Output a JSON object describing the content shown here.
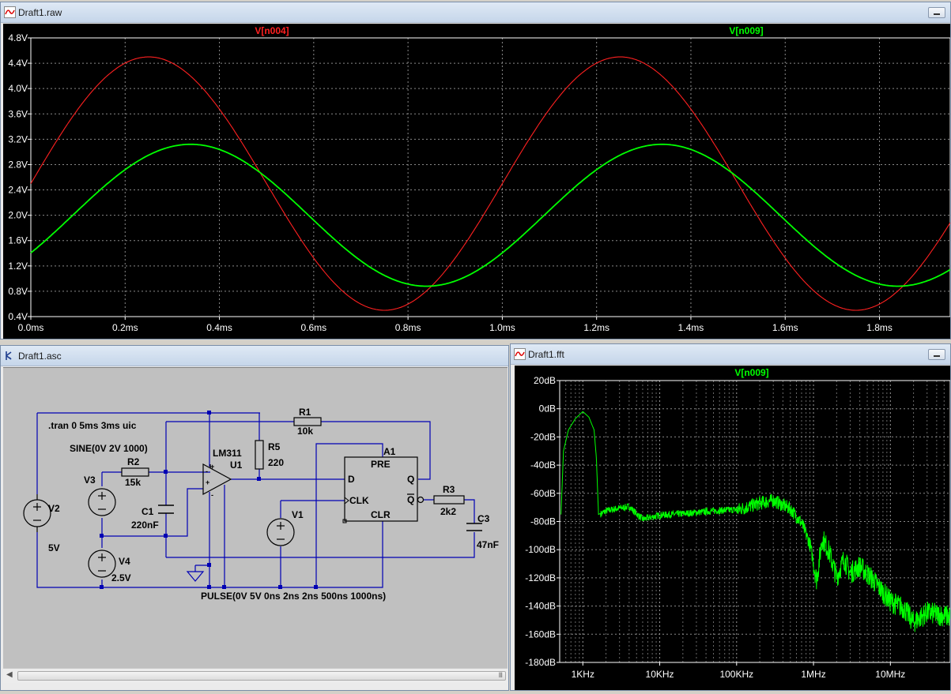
{
  "windows": {
    "raw": {
      "title": "Draft1.raw"
    },
    "asc": {
      "title": "Draft1.asc"
    },
    "fft": {
      "title": "Draft1.fft"
    }
  },
  "colors": {
    "trace_red": "#ff2020",
    "trace_green": "#00ff00",
    "schematic_wire": "#0000b4",
    "plot_bg": "#000000",
    "schematic_bg": "#c0c0c0"
  },
  "chart_data": [
    {
      "type": "line",
      "x_unit": "ms",
      "xlim": [
        0,
        1.95
      ],
      "ylim": [
        0.4,
        4.8
      ],
      "xticks": [
        "0.0ms",
        "0.2ms",
        "0.4ms",
        "0.6ms",
        "0.8ms",
        "1.0ms",
        "1.2ms",
        "1.4ms",
        "1.6ms",
        "1.8ms"
      ],
      "yticks": [
        "0.4V",
        "0.8V",
        "1.2V",
        "1.6V",
        "2.0V",
        "2.4V",
        "2.8V",
        "3.2V",
        "3.6V",
        "4.0V",
        "4.4V",
        "4.8V"
      ],
      "grid": true,
      "series": [
        {
          "name": "V[n004]",
          "color": "#ff2020",
          "offset": 2.5,
          "amplitude": 2.0,
          "frequency_khz": 1,
          "phase_deg": 0
        },
        {
          "name": "V[n009]",
          "color": "#00ff00",
          "offset": 2.0,
          "amplitude": 1.12,
          "frequency_khz": 1,
          "phase_deg": -32
        }
      ]
    },
    {
      "type": "line",
      "x_scale": "log",
      "xlim": [
        500,
        60000000
      ],
      "ylim": [
        -180,
        20
      ],
      "xticks": [
        "1KHz",
        "10KHz",
        "100KHz",
        "1MHz",
        "10MHz"
      ],
      "yticks": [
        "20dB",
        "0dB",
        "-20dB",
        "-40dB",
        "-60dB",
        "-80dB",
        "-100dB",
        "-120dB",
        "-140dB",
        "-160dB",
        "-180dB"
      ],
      "grid": true,
      "series": [
        {
          "name": "V[n009]",
          "color": "#00ff00",
          "points": [
            [
              520,
              -75
            ],
            [
              560,
              -30
            ],
            [
              650,
              -15
            ],
            [
              800,
              -7
            ],
            [
              1000,
              -2
            ],
            [
              1200,
              -6
            ],
            [
              1400,
              -15
            ],
            [
              1500,
              -35
            ],
            [
              1600,
              -75
            ],
            [
              2000,
              -72
            ],
            [
              3000,
              -70
            ],
            [
              4000,
              -69
            ],
            [
              6000,
              -78
            ],
            [
              10000,
              -75
            ],
            [
              20000,
              -74
            ],
            [
              50000,
              -72
            ],
            [
              100000,
              -71
            ],
            [
              200000,
              -66
            ],
            [
              300000,
              -64
            ],
            [
              500000,
              -70
            ],
            [
              700000,
              -80
            ],
            [
              900000,
              -95
            ],
            [
              1100000,
              -120
            ],
            [
              1300000,
              -90
            ],
            [
              1600000,
              -100
            ],
            [
              2000000,
              -118
            ],
            [
              2500000,
              -105
            ],
            [
              3000000,
              -115
            ],
            [
              4000000,
              -110
            ],
            [
              6000000,
              -120
            ],
            [
              10000000,
              -135
            ],
            [
              15000000,
              -140
            ],
            [
              20000000,
              -150
            ],
            [
              30000000,
              -143
            ],
            [
              60000000,
              -146
            ]
          ]
        }
      ]
    }
  ],
  "schematic": {
    "directive": ".tran 0 5ms 3ms uic",
    "sine_source": "SINE(0V 2V 1000)",
    "pulse_source": "PULSE(0V 5V 0ns 2ns 2ns 500ns 1000ns)",
    "components": {
      "r1_name": "R1",
      "r1_value": "10k",
      "r2_name": "R2",
      "r2_value": "15k",
      "r3_name": "R3",
      "r3_value": "2k2",
      "r5_name": "R5",
      "r5_value": "220",
      "c1_name": "C1",
      "c1_value": "220nF",
      "c3_name": "C3",
      "c3_value": "47nF",
      "v1_name": "V1",
      "v2_name": "V2",
      "v2_value": "5V",
      "v3_name": "V3",
      "v4_name": "V4",
      "v4_value": "2.5V",
      "u1_model": "LM311",
      "u1_name": "U1",
      "a1_name": "A1",
      "pin_pre": "PRE",
      "pin_d": "D",
      "pin_clk": "CLK",
      "pin_clr": "CLR",
      "pin_q": "Q",
      "pin_qbar": "Q"
    }
  },
  "scrollbar": {
    "grip": "III"
  }
}
